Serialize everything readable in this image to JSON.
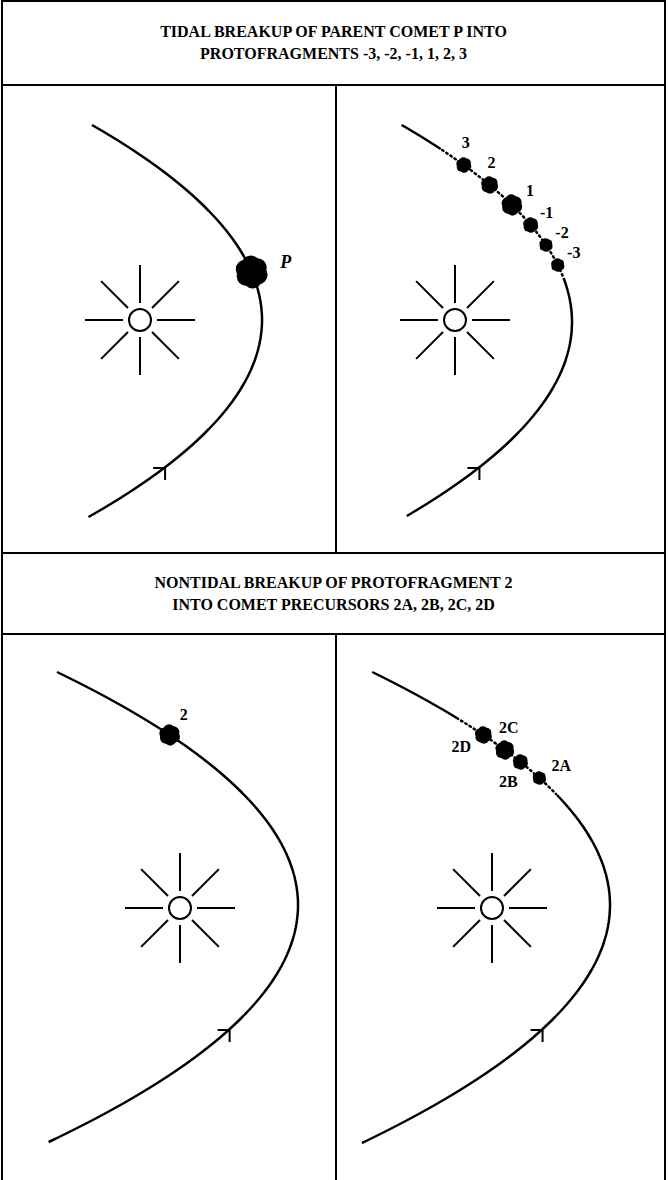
{
  "diagram": {
    "nodes": [
      {
        "text": [
          "TIDAL BREAKUP OF PARENT COMET P INTO PROTOFRAGMENTS -3, -2, -1, 1, 2, 3"
        ]
      },
      {
        "text": [
          "NONTIDAL BREAKUP OF PROTOFRAGMENT 2 INTO COMET PRECURSORS 2A, 2B, 2C, 2D"
        ]
      }
    ],
    "labels": [
      "P",
      "3",
      "2",
      "1",
      "-1",
      "-2",
      "-3",
      "2",
      "2D",
      "2C",
      "2B",
      "2A"
    ]
  }
}
